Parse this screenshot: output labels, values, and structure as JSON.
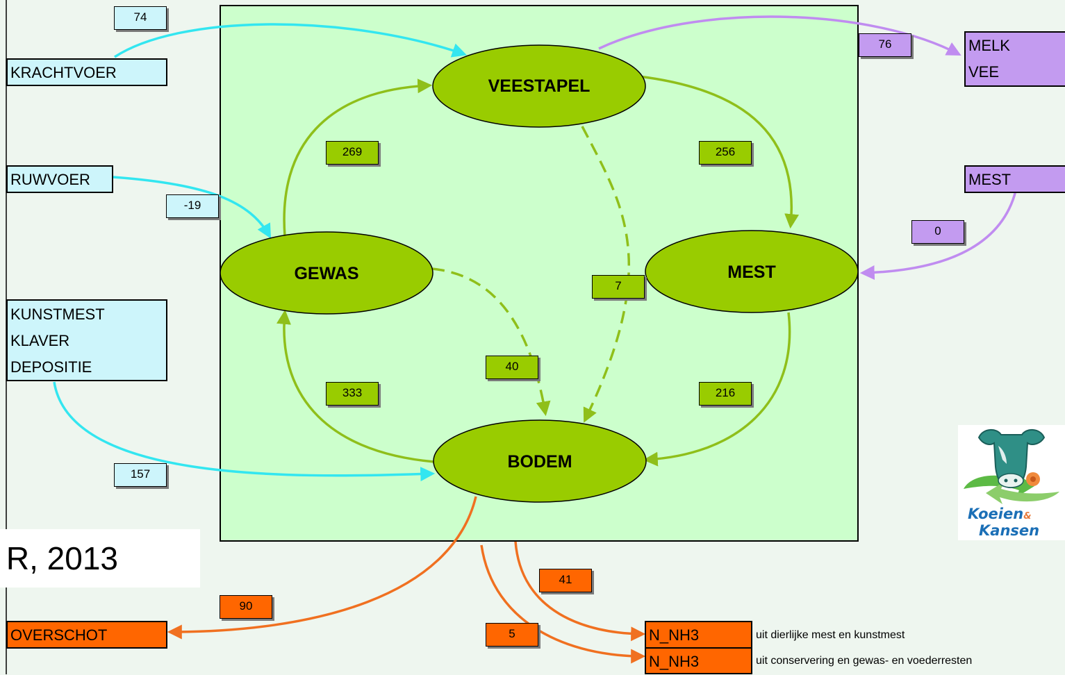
{
  "inputs": {
    "krachtvoer": "KRACHTVOER",
    "ruwvoer": "RUWVOER",
    "kunstmest": "KUNSTMEST",
    "klaver": "KLAVER",
    "depositie": "DEPOSITIE"
  },
  "outputs": {
    "melk": "MELK",
    "vee": "VEE",
    "mest": "MEST",
    "overschot": "OVERSCHOT",
    "nh3_1": "N_NH3",
    "nh3_2": "N_NH3",
    "note_1": "uit dierlijke mest en kunstmest",
    "note_2": "uit  conservering en gewas- en voederresten"
  },
  "nodes": {
    "veestapel": "VEESTAPEL",
    "gewas": "GEWAS",
    "mest": "MEST",
    "bodem": "BODEM"
  },
  "flows": {
    "krachtvoer": "74",
    "ruwvoer": "-19",
    "depositie": "157",
    "melk_vee": "76",
    "mest_in": "0",
    "gewas_veestapel": "269",
    "veestapel_mest": "256",
    "veestapel_bodem": "7",
    "gewas_bodem": "40",
    "bodem_gewas": "333",
    "mest_bodem": "216",
    "overschot": "90",
    "nh3_mest": "41",
    "nh3_conservering": "5"
  },
  "caption": "R, 2013",
  "logo": {
    "line1": "Koeien",
    "amp": "&",
    "line2": "Kansen"
  },
  "colors": {
    "panel": "#ccffcc",
    "node": "#99cc00",
    "input": "#cdf5fb",
    "export": "#c39bf0",
    "loss": "#ff6600",
    "input_arrow": "#33e6f0",
    "export_arrow": "#c08cf0",
    "cycle_arrow": "#8fbf1a",
    "loss_arrow": "#f07020"
  }
}
